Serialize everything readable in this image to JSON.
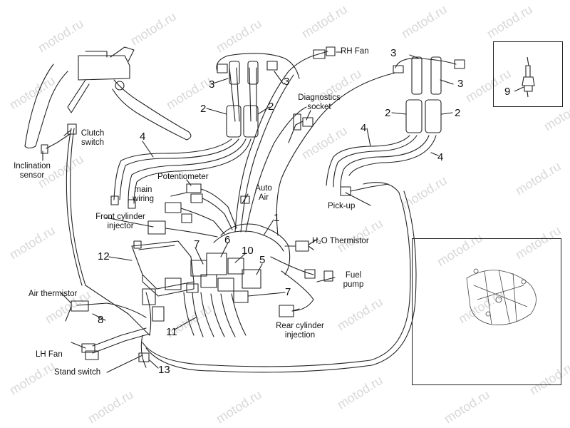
{
  "watermark": "motod.ru",
  "labels": {
    "rh_fan": "RH Fan",
    "diagnostics_socket_1": "Diagnostics",
    "diagnostics_socket_2": "socket",
    "clutch_switch_1": "Clutch",
    "clutch_switch_2": "switch",
    "inclination_sensor_1": "Inclination",
    "inclination_sensor_2": "sensor",
    "potentiometer": "Potentiometer",
    "main_wiring_1": "main",
    "main_wiring_2": "wiring",
    "auto_air_1": "Auto",
    "auto_air_2": "Air",
    "front_cyl_inj_1": "Front cylinder",
    "front_cyl_inj_2": "injector",
    "pick_up": "Pick-up",
    "h2o_thermistor": "H₂O Thermistor",
    "fuel_pump_1": "Fuel",
    "fuel_pump_2": "pump",
    "air_thermistor": "Air thermistor",
    "rear_cyl_inj_1": "Rear cylinder",
    "rear_cyl_inj_2": "injection",
    "lh_fan": "LH Fan",
    "stand_switch": "Stand switch"
  },
  "numbers": {
    "n1": "1",
    "n2a": "2",
    "n2b": "2",
    "n2c": "2",
    "n2d": "2",
    "n3a": "3",
    "n3b": "3",
    "n3c": "3",
    "n3d": "3",
    "n4a": "4",
    "n4b": "4",
    "n4c": "4",
    "n5": "5",
    "n6": "6",
    "n7a": "7",
    "n7b": "7",
    "n8": "8",
    "n9": "9",
    "n10": "10",
    "n11": "11",
    "n12": "12",
    "n13": "13"
  }
}
